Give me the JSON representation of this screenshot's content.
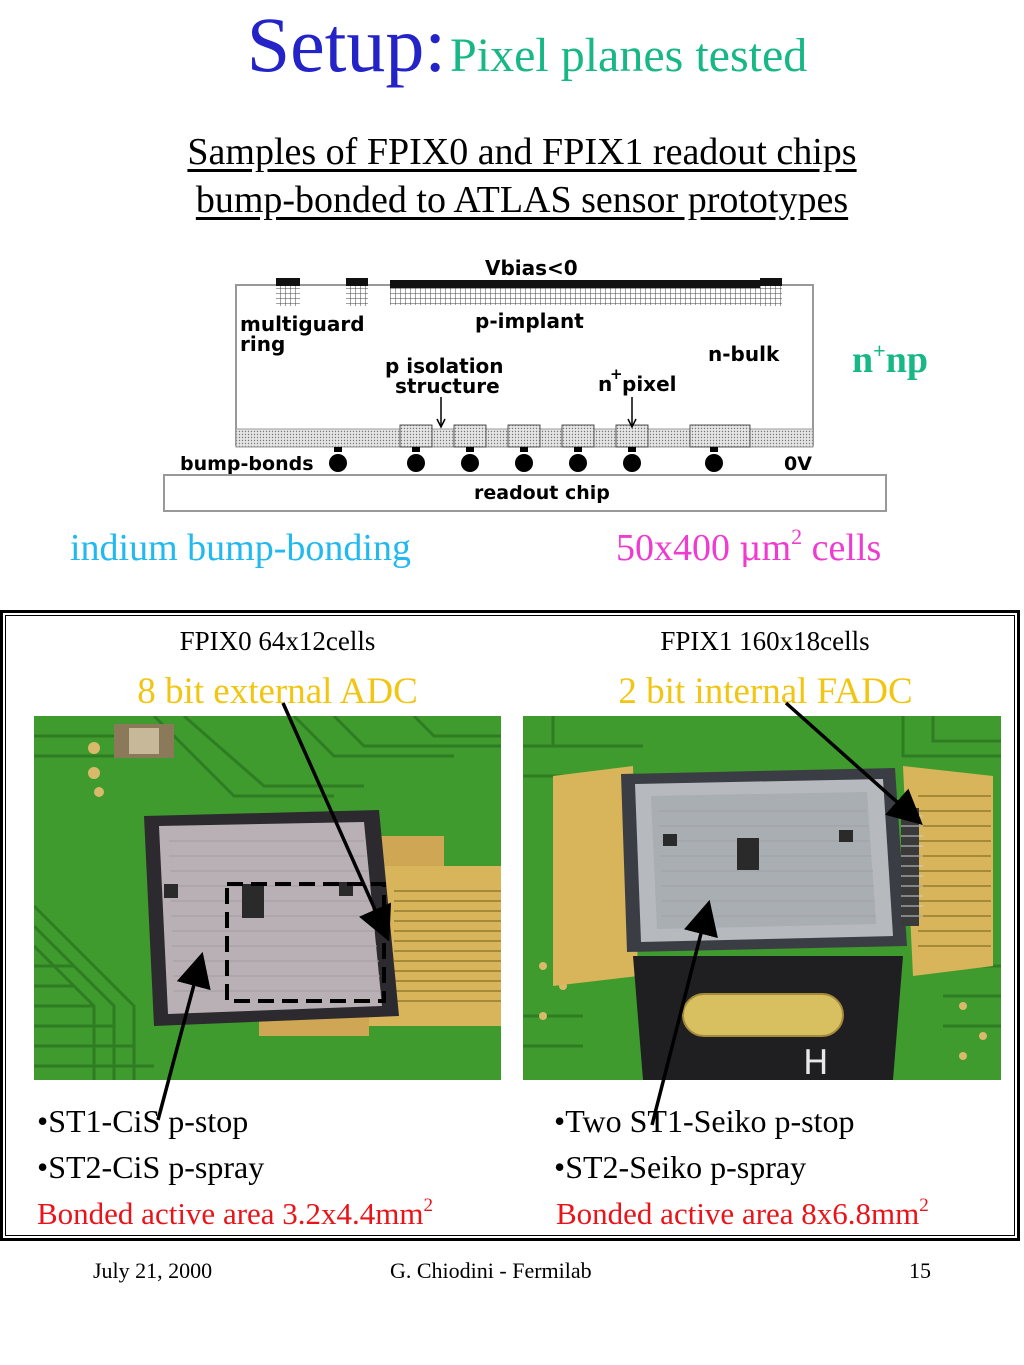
{
  "title": {
    "main": "Setup:",
    "sub": "Pixel planes tested"
  },
  "subtitle": {
    "line1": "Samples of FPIX0 and FPIX1 readout chips ",
    "line2": "bump-bonded to ATLAS sensor prototypes"
  },
  "diagram": {
    "vbias": "Vbias<0",
    "p_implant": "p-implant",
    "multiguard_1": "multiguard",
    "multiguard_2": "ring",
    "n_bulk": "n-bulk",
    "p_isolation_1": "p isolation",
    "p_isolation_2": "structure",
    "n_pixel_sup": "+",
    "n_pixel_n": "n",
    "n_pixel_word": "pixel",
    "bump_bonds": "bump-bonds",
    "zero_v": "0V",
    "readout_chip": "readout chip"
  },
  "nnp": {
    "n": "n",
    "sup": "+",
    "rest": "np"
  },
  "indium": "indium bump-bonding",
  "cells": {
    "prefix": "50x400 ",
    "mu": "μ",
    "m": "m",
    "sup": "2",
    "suffix": " cells"
  },
  "fpix0": {
    "header": "FPIX0 64x12cells",
    "adc": "8 bit external ADC",
    "bullet1": "•ST1-CiS p-stop",
    "bullet2": "•ST2-CiS p-spray",
    "area": "Bonded active area 3.2x4.4mm",
    "area_sup": "2"
  },
  "fpix1": {
    "header": "FPIX1 160x18cells",
    "adc": "2 bit internal FADC",
    "bullet1": "•Two ST1-Seiko p-stop",
    "bullet2": "•ST2-Seiko p-spray",
    "area": "Bonded active area 8x6.8mm",
    "area_sup": "2"
  },
  "footer": {
    "date": "July 21, 2000",
    "author": "G. Chiodini - Fermilab",
    "page": "15"
  },
  "colors": {
    "title": "#2323c8",
    "accent_green": "#17b886",
    "cyan": "#22b8f0",
    "magenta": "#ee3bd0",
    "yellow": "#f2c513",
    "red": "#e8141a",
    "pcb_green": "#3f9b2e",
    "chip_gray": "#a9aeb2"
  }
}
